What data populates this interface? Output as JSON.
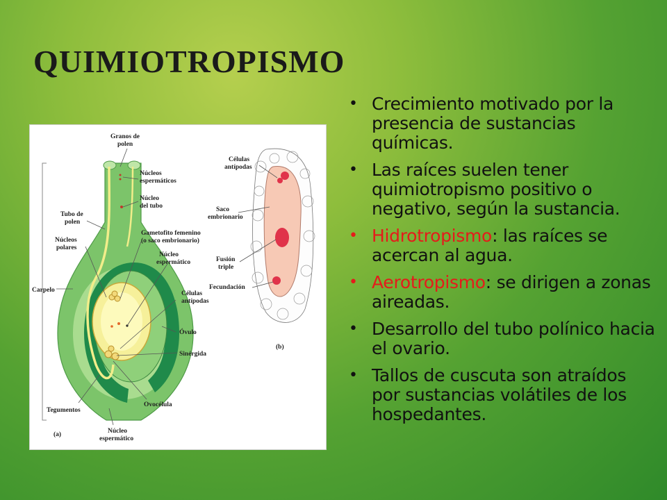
{
  "slide": {
    "title": "QUIMIOTROPISMO"
  },
  "bullets": [
    {
      "text": "Crecimiento motivado por la presencia de sustancias químicas.",
      "highlight": "",
      "rest": ""
    },
    {
      "text": "Las raíces suelen tener quimiotropismo positivo o negativo, según la sustancia.",
      "highlight": "",
      "rest": ""
    },
    {
      "text": "",
      "highlight": "Hidrotropismo",
      "rest": ": las raíces se acercan al agua."
    },
    {
      "text": "",
      "highlight": "Aerotropismo",
      "rest": ": se dirigen a zonas aireadas."
    },
    {
      "text": "Desarrollo del tubo polínico hacia el ovario.",
      "highlight": "",
      "rest": ""
    },
    {
      "text": "Tallos de cuscuta son atraídos por sustancias volátiles de los hospedantes.",
      "highlight": "",
      "rest": ""
    }
  ],
  "colors": {
    "highlight": "#e51b1b",
    "carpel_light": "#7cc46a",
    "carpel_dark": "#1f8a4a",
    "embryo_sac": "#f6f09a",
    "sac_b": "#f7c9b5",
    "nuclei_b": "#e0334a"
  },
  "figure": {
    "labels_a": {
      "granos": [
        "Granos de",
        "polen"
      ],
      "nucleos_esp": [
        "Núcleos",
        "espermáticos"
      ],
      "nucleo_tubo": [
        "Núcleo",
        "del tubo"
      ],
      "tubo_polen": [
        "Tubo de",
        "polen"
      ],
      "gametofito": [
        "Gametofito femenino",
        "(o saco embrionario)"
      ],
      "nucleos_polares": [
        "Núcleos",
        "polares"
      ],
      "nucleo_esp": [
        "Núcleo",
        "espermático"
      ],
      "carpelo": "Carpelo",
      "celulas_antipodas": [
        "Células",
        "antípodas"
      ],
      "ovulo": "Óvulo",
      "sinergida": "Sinérgida",
      "tegumentos": "Tegumentos",
      "ovocelula": "Ovocélula",
      "nucleo_esp_bottom": [
        "Núcleo",
        "espermático"
      ],
      "panel": "(a)"
    },
    "labels_b": {
      "celulas_antipodas": [
        "Células",
        "antípodas"
      ],
      "saco": [
        "Saco",
        "embrionario"
      ],
      "fusion": [
        "Fusión",
        "triple"
      ],
      "fecundacion": "Fecundación",
      "panel": "(b)"
    }
  }
}
